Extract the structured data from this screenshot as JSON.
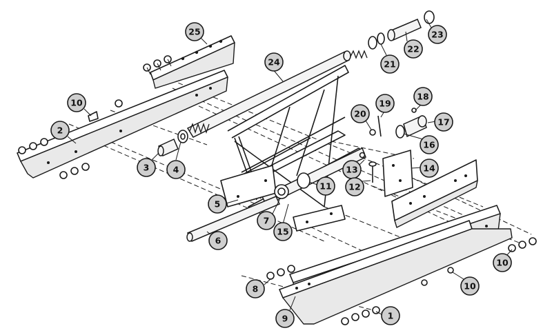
{
  "diagram": {
    "callouts": [
      {
        "id": "25",
        "label": "25"
      },
      {
        "id": "24",
        "label": "24"
      },
      {
        "id": "23",
        "label": "23"
      },
      {
        "id": "22",
        "label": "22"
      },
      {
        "id": "21",
        "label": "21"
      },
      {
        "id": "10a",
        "label": "10"
      },
      {
        "id": "2",
        "label": "2"
      },
      {
        "id": "3",
        "label": "3"
      },
      {
        "id": "4",
        "label": "4"
      },
      {
        "id": "20",
        "label": "20"
      },
      {
        "id": "19",
        "label": "19"
      },
      {
        "id": "18",
        "label": "18"
      },
      {
        "id": "17",
        "label": "17"
      },
      {
        "id": "16",
        "label": "16"
      },
      {
        "id": "14",
        "label": "14"
      },
      {
        "id": "13",
        "label": "13"
      },
      {
        "id": "12",
        "label": "12"
      },
      {
        "id": "11",
        "label": "11"
      },
      {
        "id": "5",
        "label": "5"
      },
      {
        "id": "7",
        "label": "7"
      },
      {
        "id": "15",
        "label": "15"
      },
      {
        "id": "6",
        "label": "6"
      },
      {
        "id": "10b",
        "label": "10"
      },
      {
        "id": "10c",
        "label": "10"
      },
      {
        "id": "8",
        "label": "8"
      },
      {
        "id": "9",
        "label": "9"
      },
      {
        "id": "1",
        "label": "1"
      }
    ]
  }
}
